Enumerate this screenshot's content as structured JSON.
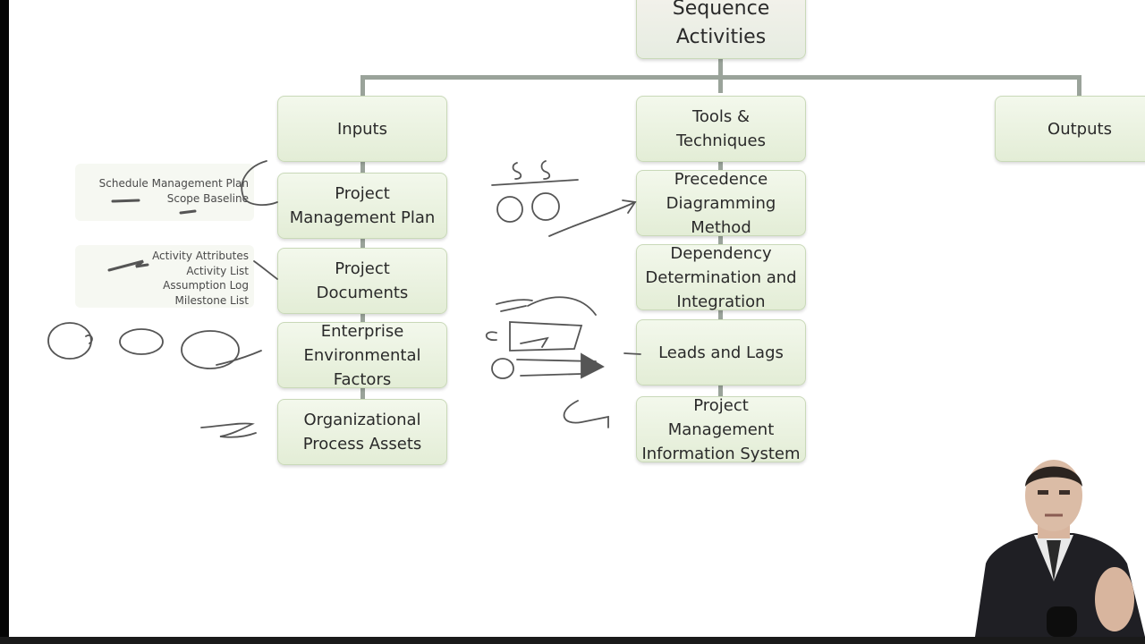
{
  "title": "Sequence\nActivities",
  "columns": {
    "inputs": "Inputs",
    "tools": "Tools &\nTechniques",
    "outputs": "Outputs"
  },
  "inputs": [
    "Project\nManagement Plan",
    "Project\nDocuments",
    "Enterprise\nEnvironmental\nFactors",
    "Organizational\nProcess Assets"
  ],
  "tools": [
    "Precedence\nDiagramming\nMethod",
    "Dependency\nDetermination and\nIntegration",
    "Leads and Lags",
    "Project\nManagement\nInformation System"
  ],
  "notes": {
    "plan": [
      "Schedule Management Plan",
      "Scope Baseline"
    ],
    "documents": [
      "Activity Attributes",
      "Activity List",
      "Assumption Log",
      "Milestone List"
    ]
  },
  "colors": {
    "node_fill": "#e6efd9",
    "node_border": "#c9d9b8",
    "connector": "#9aa39a",
    "ink": "#555555"
  }
}
